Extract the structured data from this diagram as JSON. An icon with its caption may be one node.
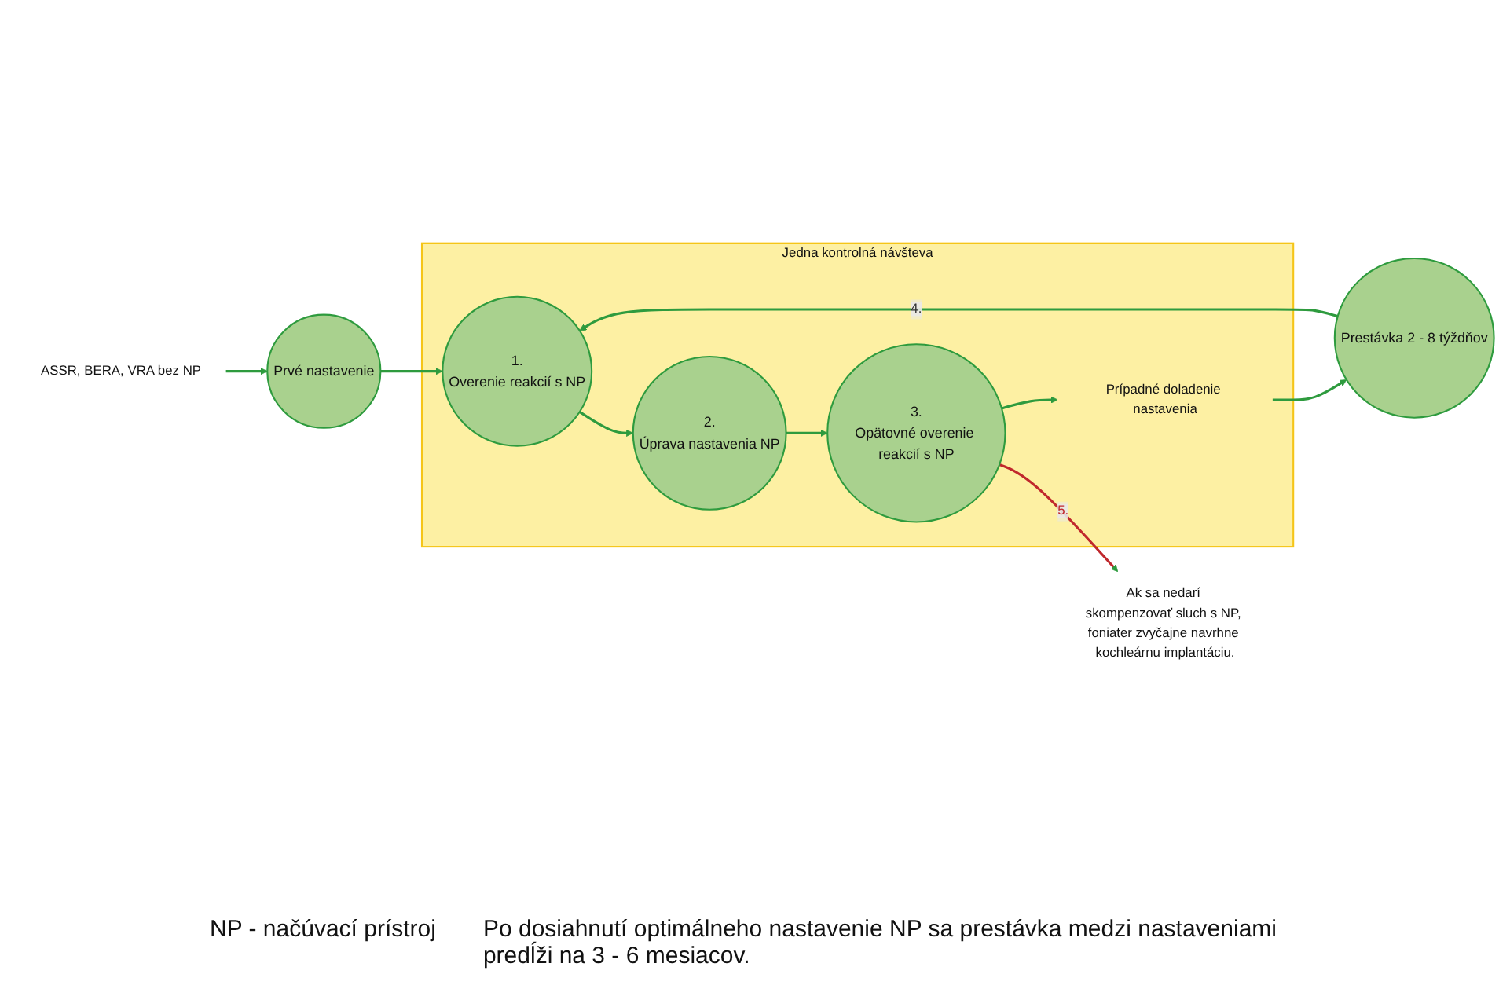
{
  "diagram": {
    "nodes": [
      {
        "text": [
          "ASSR, BERA, VRA bez NP"
        ]
      },
      {
        "text": [
          "Prvé nastavenie"
        ]
      },
      {
        "text": [
          "Jedna kontrolná návšteva"
        ]
      },
      {
        "text": [
          "1.",
          "Overenie reakcií s NP"
        ],
        "in": 2
      },
      {
        "text": [
          "2.",
          "Úprava nastavenia NP"
        ],
        "in": 2
      },
      {
        "text": [
          "3.",
          "Opätovné overenie reakcií s NP"
        ],
        "in": 2
      },
      {
        "text": [
          "Prípadné doladenie nastavenia"
        ],
        "in": 2
      },
      {
        "text": [
          "Prestávka 2 - 8 týždňov"
        ]
      },
      {
        "text": [
          "Ak sa nedarí skompenzovať sluch s NP, foniater zvyčajne navrhne kochleárnu implantáciu."
        ]
      }
    ],
    "edges": [
      {
        "from": 0,
        "to": 1,
        "arrow": "to"
      },
      {
        "from": 1,
        "to": 3,
        "arrow": "to"
      },
      {
        "from": 3,
        "to": 4,
        "arrow": "to"
      },
      {
        "from": 4,
        "to": 5,
        "arrow": "to"
      },
      {
        "from": 5,
        "to": 6,
        "arrow": "to"
      },
      {
        "from": 6,
        "to": 7,
        "arrow": "to"
      },
      {
        "from": 7,
        "to": 3,
        "arrow": "to",
        "label": "4."
      },
      {
        "from": 5,
        "to": 8,
        "arrow": "to",
        "label": "5.",
        "color": "#c0282d"
      }
    ],
    "labels": [
      "NP - načúvací prístroj",
      "Po dosiahnutí optimálneho nastavenie NP sa prestávka medzi nastaveniami predĺži na 3 - 6 mesiacov."
    ]
  }
}
